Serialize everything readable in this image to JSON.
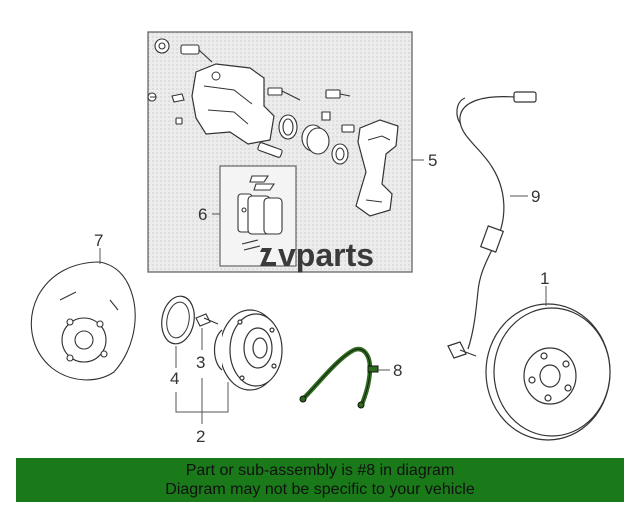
{
  "callouts": {
    "c1": "1",
    "c2": "2",
    "c3": "3",
    "c4": "4",
    "c5": "5",
    "c6": "6",
    "c7": "7",
    "c8": "8",
    "c9": "9"
  },
  "watermark": {
    "text": "vparts"
  },
  "banner": {
    "line1": "Part or sub-assembly is #8 in diagram",
    "line2": "Diagram may not be specific to your vehicle"
  },
  "colors": {
    "highlight_part": "#2e6b1f",
    "banner_bg": "#1a7a1a",
    "line": "#555555",
    "box_fill": "#e9e9e9"
  }
}
